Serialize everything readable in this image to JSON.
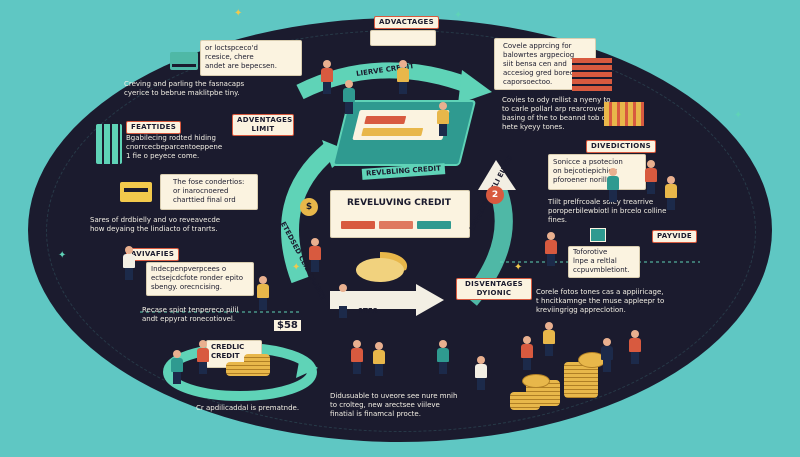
{
  "colors": {
    "background": "#5fc7c3",
    "oval": "#1b1b2e",
    "accent_red": "#d85a3f",
    "arrow_teal": "#5fd3b7",
    "coin_gold": "#e8b74a",
    "paper": "#fbf3e0"
  },
  "labels": {
    "advantages": "ADVACTAGES",
    "features": "FEATTIDES",
    "advantages_limit": "ADVENTAGES LIMIT",
    "divisions": "DIVEDICTIONS",
    "advisries": "AVIVAFIES",
    "disadvantages": "DISVENTAGES DYIONIC",
    "payvide": "PAYVIDE",
    "revolving_credit": "REVELUVING CREDIT",
    "book_revolving_credit": "REVLBLING CREDIT",
    "credit_loop": "CREDLIC CREDIT",
    "upper_arrow": "LIERVE CREDIT",
    "right_arrow": "LMMERWETELI EIDUS",
    "left_arrow": "ETEDSED CLIE CRAMIT",
    "steps": "STES",
    "step_number": "2",
    "price": "$58"
  },
  "texts": {
    "top_left": [
      "or loctspceco'd",
      "rcesice, chere",
      "andet are bepecsen."
    ],
    "left_upper": [
      "Creving and parling the fasnacaps",
      "cyerice to bebrue maklitpbe tiny."
    ],
    "features": [
      "Bgabilecing rodted hiding",
      "cnorrcecbeparcentoeppene",
      "1 fie o peyece come."
    ],
    "left_middle": [
      "The fose condertios:",
      "or inarocnoered",
      "charttied final ord"
    ],
    "left_lower": [
      "Sares of drdbielly and vo reveavecde",
      "how deyaing the lindiacto of tranrts."
    ],
    "advisries": [
      "Indecpenpverpcees o",
      "ectsejcdcfote ronder epito",
      "sbengy. orecncising."
    ],
    "left_bottom": [
      "Recase spiot tenpereco pilil",
      "andt eppyrat ronecotiovel."
    ],
    "top_right": [
      "Covele apprcing for",
      "balowrtes argpeciog",
      "siit bensa cen and",
      "accesiog gred bored",
      "caporsoectoo."
    ],
    "right_upper": [
      "Covies to ody rellist a nyeny to",
      "to carle pollarl arp rearcroverectly",
      "basing of the to beannd tob ohe a",
      "hete kyeyy tones."
    ],
    "divisions": [
      "Sonicce a psotecion",
      "on bejcotiepichiog",
      "pforoener norillng."
    ],
    "right_middle": [
      "Tlilt prelfrcoale soley trearrive",
      "poroperbilewbiotl in brcelo colline",
      "fines."
    ],
    "payvide": [
      "Toforotive",
      "lnpe a reltlal",
      "ccpuvmbletiont."
    ],
    "right_lower": [
      "Corele fotos tones cas a appiiricage,",
      "t hncitkamnge the muse appleepr to",
      "kreviingrigg appreclotion."
    ],
    "bottom_left": "Cr apdilicaddal is prematnde.",
    "bottom_center": [
      "Didusuable to uveore see nure mnih",
      "to crolteg, new arectsee viileve",
      "finatial is finamcal procte."
    ]
  }
}
